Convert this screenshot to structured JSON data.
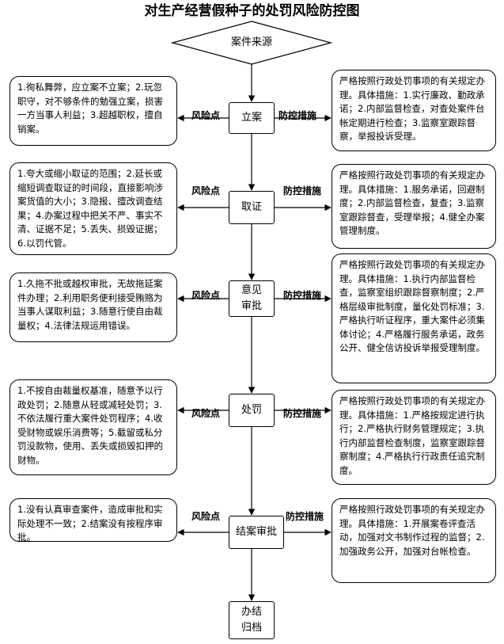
{
  "title": "对生产经营假种子的处罚风险防控图",
  "start": "案件来源",
  "end": "办结\n归档",
  "risk_label": "风险点",
  "control_label": "防控措施",
  "stages": [
    {
      "name": "立案",
      "risk": "1.徇私舞弊，应立案不立案；2.玩忽职守，对不够条件的勉强立案，损害一方当事人利益；3.超越职权，擅自销案。",
      "control": "严格按照行政处罚事项的有关规定办理。具体措施：1.实行廉政、勤政承诺；2.内部监督检查，对查处案件台帐定期进行检查；3.监察室跟踪督察，举报投诉受理。"
    },
    {
      "name": "取证",
      "risk": "1.夸大或缩小取证的范围；2.延长或缩短调查取证的时间段，直接影响涉案货值的大小；3.隐报、擅改调查结果；4.办案过程中把关不严、事实不清、证据不足；5.丢失、损毁证据；6.以罚代管。",
      "control": "严格按照行政处罚事项的有关规定办理。具体措施：1.服务承诺，回避制度；2.内部监督检查，复查；3.监察室跟踪督查，受理举报；4.健全办案管理制度。"
    },
    {
      "name": "意见\n审批",
      "risk": "1.久拖不批或越权审批，无故拖延案件办理；2.利用职务便利接受贿赂为当事人谋取利益；3.随意行使自由裁量权；4.法律法规运用错误。",
      "control": "严格按照行政处罚事项的有关规定办理。具体措施：1.执行内部监督检查，监察室组织跟踪督察制度；2.严格层级审批制度，量化处罚标准；3.严格执行听证程序，重大案件必须集体讨论；4.严格履行服务承诺，政务公开、健全信访投诉举报受理制度。"
    },
    {
      "name": "处罚",
      "risk": "1.不按自由裁量权基准，随意予以行政处罚；2.随意从轻或减轻处罚；3.不依法履行重大案件处罚程序；4.收受财物或娱乐消费等；5.截留或私分罚没款物，使用、丢失或损毁扣押的财物。",
      "control": "严格按照行政处罚事项的有关规定办理。具体措施：1.严格按规定进行执行；2.严格执行财务管理规定；3.执行内部监督检查制度，监察室跟踪督察制度；4.严格执行行政责任追究制度。"
    },
    {
      "name": "结案审批",
      "risk": "1.没有认真审查案件，造成审批和实际处理不一致；2.结案没有按程序审批。",
      "control": "严格按照行政处罚事项的有关规定办理。具体措施：1.开展案卷评查活动，加强对文书制作过程的监督；2.加强政务公开，加强对台帐检查。"
    }
  ]
}
